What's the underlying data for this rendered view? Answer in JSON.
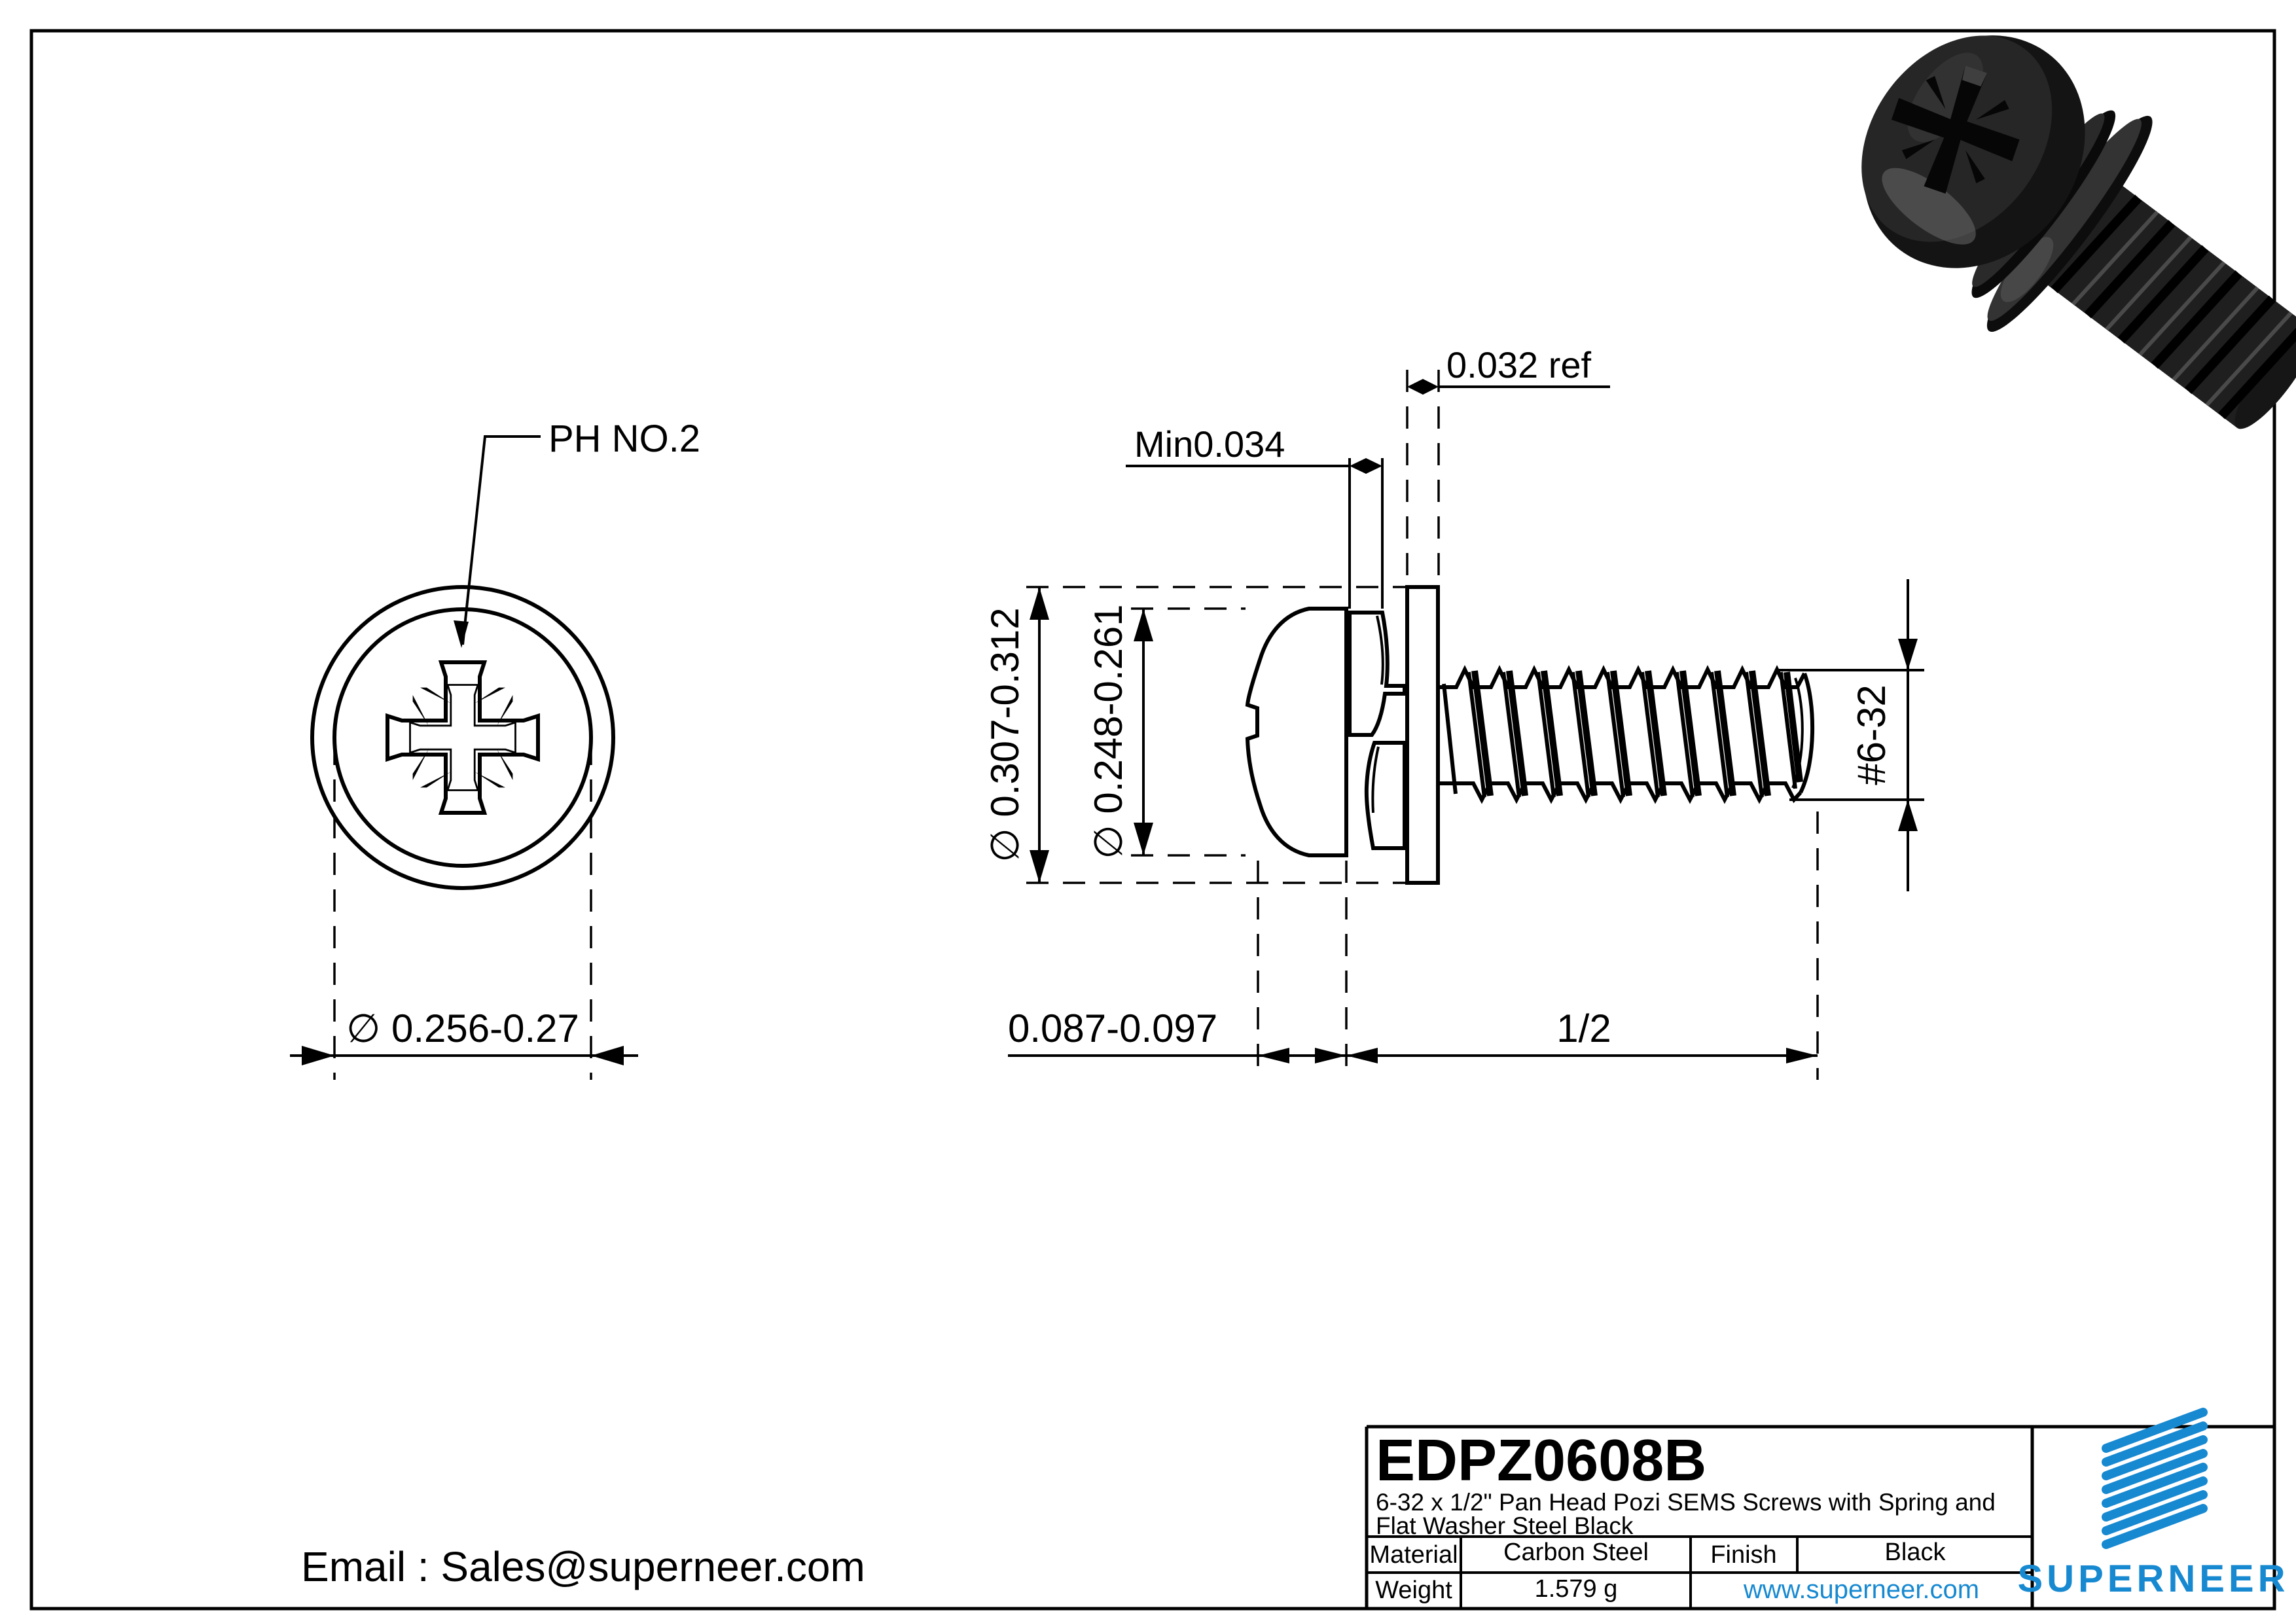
{
  "sheet": {
    "background": "#ffffff",
    "line_color": "#000000"
  },
  "front_view": {
    "drive_label": "PH NO.2",
    "head_diameter_dim": "∅ 0.256-0.27"
  },
  "side_view": {
    "flat_washer_thickness_dim": "0.032 ref",
    "spring_washer_min_dim": "Min0.034",
    "flat_washer_od_dim": "∅ 0.307-0.312",
    "head_od_dim": "∅ 0.248-0.261",
    "thread_spec_dim": "#6-32",
    "head_height_dim": "0.087-0.097",
    "thread_length_dim": "1/2"
  },
  "footer": {
    "email": "Email : Sales@superneer.com"
  },
  "title_block": {
    "part_number": "EDPZ0608B",
    "description_line1": "6-32 x 1/2\" Pan Head Pozi SEMS Screws with Spring and",
    "description_line2": "Flat Washer Steel Black",
    "material_label": "Material",
    "material_value": "Carbon Steel",
    "finish_label": "Finish",
    "finish_value": "Black",
    "weight_label": "Weight",
    "weight_value": "1.579 g",
    "website": "www.superneer.com",
    "brand": "SUPERNEER",
    "accent_color": "#1789d1"
  }
}
